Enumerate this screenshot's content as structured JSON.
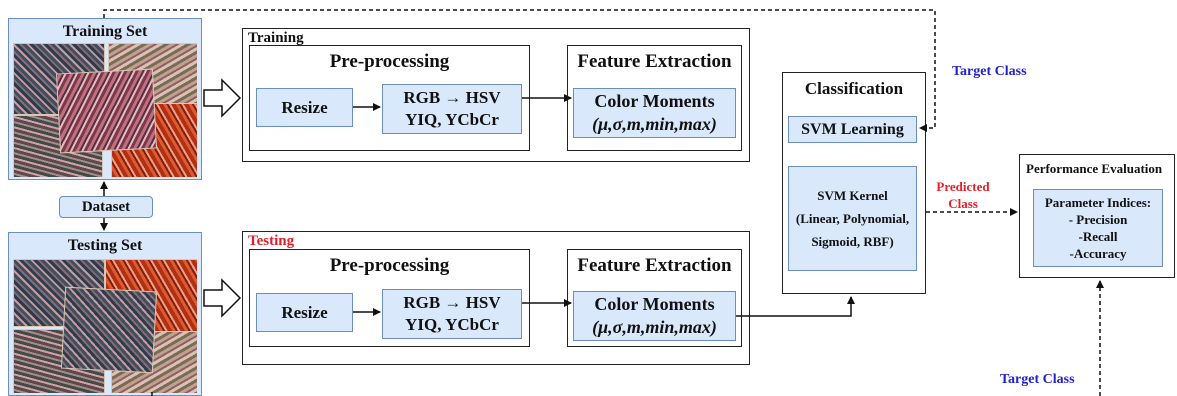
{
  "training_set": {
    "title": "Training Set"
  },
  "testing_set": {
    "title": "Testing Set"
  },
  "dataset": {
    "label": "Dataset"
  },
  "training": {
    "label": "Training",
    "preprocessing": {
      "title": "Pre-processing",
      "resize": "Resize",
      "conv_line1": "RGB → HSV",
      "conv_line2": "YIQ, YCbCr"
    },
    "feature_extraction": {
      "title": "Feature Extraction",
      "moments_line1": "Color Moments",
      "moments_line2": "(μ,σ,m,min,max)"
    }
  },
  "testing": {
    "label": "Testing",
    "preprocessing": {
      "title": "Pre-processing",
      "resize": "Resize",
      "conv_line1": "RGB → HSV",
      "conv_line2": "YIQ, YCbCr"
    },
    "feature_extraction": {
      "title": "Feature Extraction",
      "moments_line1": "Color Moments",
      "moments_line2": "(μ,σ,m,min,max)"
    }
  },
  "classification": {
    "title": "Classification",
    "svm_learning": "SVM Learning",
    "svm_kernel": {
      "line1": "SVM Kernel",
      "line2": "(Linear, Polynomial,",
      "line3": "Sigmoid, RBF)"
    }
  },
  "performance": {
    "title": "Performance Evaluation",
    "line1": "Parameter Indices:",
    "line2": "- Precision",
    "line3": "-Recall",
    "line4": "-Accuracy"
  },
  "labels": {
    "target_class_top": "Target Class",
    "target_class_bottom": "Target Class",
    "predicted_line1": "Predicted",
    "predicted_line2": "Class"
  },
  "colors": {
    "target": "#2222cc",
    "predicted": "#e0202a",
    "testing_label": "#e0202a",
    "box_fill": "#dae8fc",
    "box_border": "#6c8ebf"
  }
}
